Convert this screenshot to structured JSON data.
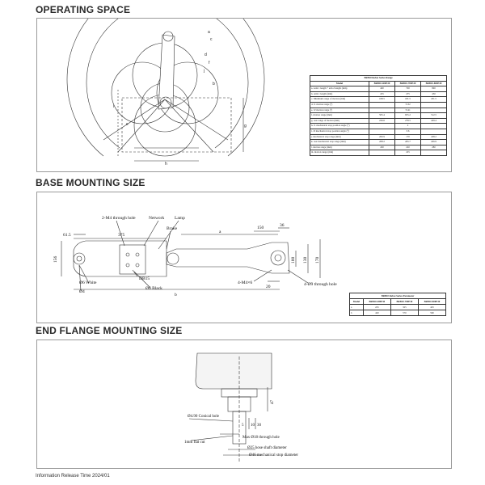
{
  "sections": {
    "operating_space": "OPERATING SPACE",
    "base_mounting": "BASE MOUNTING SIZE",
    "end_flange": "END FLANGE MOUNTING SIZE"
  },
  "operating_diagram": {
    "labels": [
      "a",
      "b",
      "c",
      "d",
      "e",
      "f",
      "g",
      "h",
      "i",
      "j"
    ]
  },
  "range_table": {
    "title": "BRB10 Robot Series Range",
    "header": [
      "Model",
      "BRB10-400E30",
      "BRB10-700E30",
      "BRB10-800E30"
    ],
    "rows": [
      [
        "a. Arm 1 length + arm 2 length (mm)",
        "400",
        "700",
        "800"
      ],
      [
        "b. Arm 1 length (mm)",
        "225",
        "475",
        "450"
      ],
      [
        "c. Minimum range of motion (mm)",
        "108.5",
        "181.5",
        "181.5"
      ],
      [
        "d. J1 motion range (°)",
        "",
        "±132",
        ""
      ],
      [
        "e. J2 motion range (°)",
        "",
        "±141",
        ""
      ],
      [
        "f. motion range (mm)",
        "505.4",
        "655.2",
        "512.5"
      ],
      [
        "g. rear range of motion (mm)",
        "226.6",
        "278.5",
        "429.4"
      ],
      [
        "h. J1 mechanical stop position angle (°)",
        "",
        "2",
        ""
      ],
      [
        "i. J2 mechanical stop position angle (°)",
        "",
        "3.6",
        ""
      ],
      [
        "j. mechanical stop range (mm)",
        "200.9",
        "170",
        "248.2"
      ],
      [
        "k. rear mechanical stop range (mm)",
        "208.2",
        "265.7",
        "456.9"
      ],
      [
        "l. motion range (mm)",
        "430",
        "220",
        "280"
      ],
      [
        "m. motion range (mm)",
        "",
        "225",
        ""
      ]
    ]
  },
  "base_drawing": {
    "dims": {
      "d61_5": "61.5",
      "d375": "375",
      "d156": "156",
      "a": "a",
      "d150": "150",
      "d36": "36",
      "d100": "100",
      "d130": "130",
      "d170": "170",
      "d20": "20",
      "b": "b"
    },
    "callouts": {
      "m4_holes": "2-M4 through hole",
      "network": "Network",
      "lamp": "Lamp",
      "brake": "Brake",
      "white": "Ø6 White",
      "d4": "Ø4",
      "db15": "DB15",
      "black": "Ø6 Black",
      "m4x6": "4-M4×6",
      "hole9": "4-Ø9 through hole"
    }
  },
  "parameter_table": {
    "title": "BRB10 Robot Series Parameter",
    "header": [
      "Model",
      "BRB10-400E30",
      "BRB10-700E30",
      "BRB10-800E30"
    ],
    "rows": [
      [
        "a",
        "225",
        "325",
        "425"
      ],
      [
        "b",
        "420",
        "570",
        "560"
      ]
    ]
  },
  "flange_drawing": {
    "dims": {
      "d47": "47",
      "d5": "5",
      "d10": "10",
      "d30": "30"
    },
    "callouts": {
      "conical": "Ø4.90 Conical hole",
      "flat": "1mm flat cut",
      "max_hole": "Max Ø18 through hole",
      "shaft": "Ø25 hose shaft diameter",
      "stop": "Ø46 mechanical stop diameter"
    }
  },
  "footer": "Information Release Time 2024/01"
}
